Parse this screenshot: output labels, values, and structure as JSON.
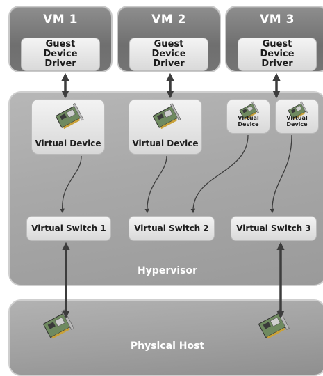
{
  "vms": [
    {
      "title": "VM 1",
      "driver": "Guest Device Driver"
    },
    {
      "title": "VM 2",
      "driver": "Guest Device Driver"
    },
    {
      "title": "VM 3",
      "driver": "Guest Device Driver"
    }
  ],
  "devices": [
    "Virtual Device",
    "Virtual Device",
    "Virtual Device",
    "Virtual Device"
  ],
  "switches": [
    "Virtual Switch 1",
    "Virtual Switch 2",
    "Virtual Switch 3"
  ],
  "hypervisor_label": "Hypervisor",
  "host_label": "Physical Host",
  "icons": [
    "network-card-icon"
  ]
}
